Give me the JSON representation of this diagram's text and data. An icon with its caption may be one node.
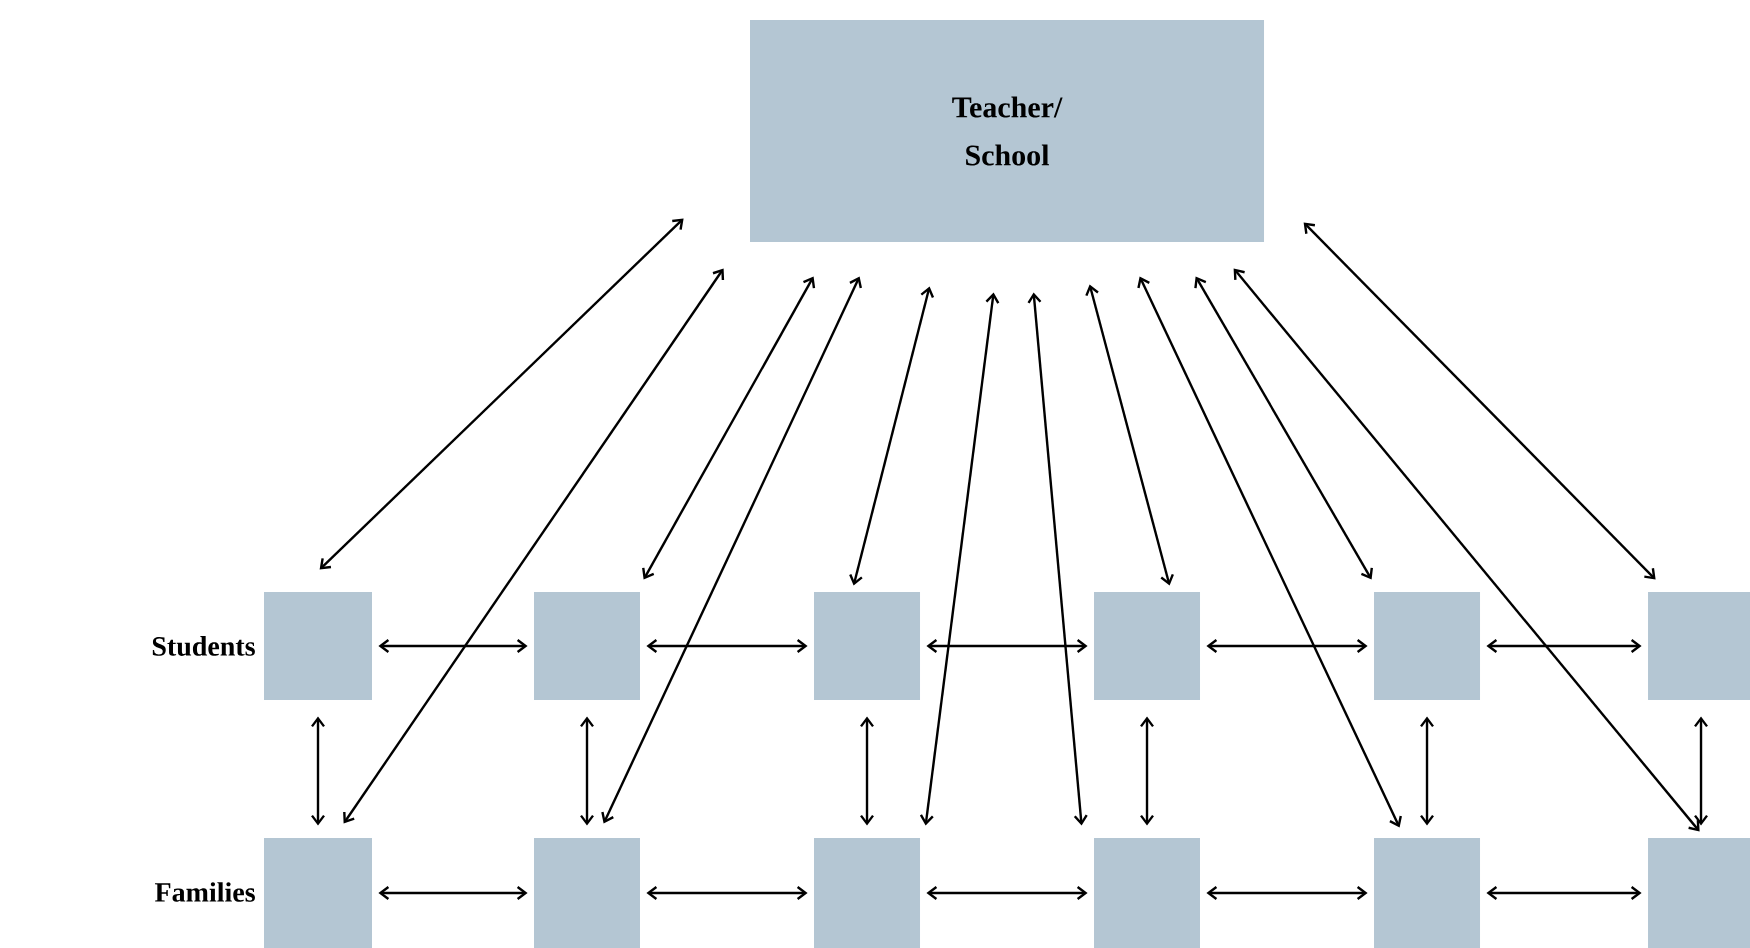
{
  "diagram": {
    "nodes": [
      {
        "text": [
          "Teacher/ School"
        ]
      },
      {
        "text": [],
        "shape": "box"
      },
      {
        "text": [],
        "shape": "box"
      },
      {
        "text": [],
        "shape": "box"
      },
      {
        "text": [],
        "shape": "box"
      },
      {
        "text": [],
        "shape": "box"
      },
      {
        "text": [],
        "shape": "box"
      },
      {
        "text": [],
        "shape": "box"
      },
      {
        "text": [],
        "shape": "box"
      },
      {
        "text": [],
        "shape": "box"
      },
      {
        "text": [],
        "shape": "box"
      },
      {
        "text": [],
        "shape": "box"
      },
      {
        "text": [],
        "shape": "box"
      }
    ],
    "edges": [
      {
        "from": 0,
        "to": 1,
        "arrow": "both"
      },
      {
        "from": 0,
        "to": 7,
        "arrow": "both"
      },
      {
        "from": 0,
        "to": 2,
        "arrow": "both"
      },
      {
        "from": 0,
        "to": 8,
        "arrow": "both"
      },
      {
        "from": 0,
        "to": 3,
        "arrow": "both"
      },
      {
        "from": 0,
        "to": 9,
        "arrow": "both"
      },
      {
        "from": 0,
        "to": 10,
        "arrow": "both"
      },
      {
        "from": 0,
        "to": 4,
        "arrow": "both"
      },
      {
        "from": 0,
        "to": 11,
        "arrow": "both"
      },
      {
        "from": 0,
        "to": 5,
        "arrow": "both"
      },
      {
        "from": 0,
        "to": 12,
        "arrow": "both"
      },
      {
        "from": 0,
        "to": 6,
        "arrow": "both"
      },
      {
        "from": 1,
        "to": 2,
        "arrow": "both"
      },
      {
        "from": 2,
        "to": 3,
        "arrow": "both"
      },
      {
        "from": 3,
        "to": 4,
        "arrow": "both"
      },
      {
        "from": 4,
        "to": 5,
        "arrow": "both"
      },
      {
        "from": 5,
        "to": 6,
        "arrow": "both"
      },
      {
        "from": 7,
        "to": 8,
        "arrow": "both"
      },
      {
        "from": 8,
        "to": 9,
        "arrow": "both"
      },
      {
        "from": 9,
        "to": 10,
        "arrow": "both"
      },
      {
        "from": 10,
        "to": 11,
        "arrow": "both"
      },
      {
        "from": 11,
        "to": 12,
        "arrow": "both"
      },
      {
        "from": 1,
        "to": 7,
        "arrow": "both"
      },
      {
        "from": 2,
        "to": 8,
        "arrow": "both"
      },
      {
        "from": 3,
        "to": 9,
        "arrow": "both"
      },
      {
        "from": 4,
        "to": 10,
        "arrow": "both"
      },
      {
        "from": 5,
        "to": 11,
        "arrow": "both"
      },
      {
        "from": 6,
        "to": 12,
        "arrow": "both"
      }
    ],
    "labels": [
      "Students",
      "Families"
    ]
  }
}
